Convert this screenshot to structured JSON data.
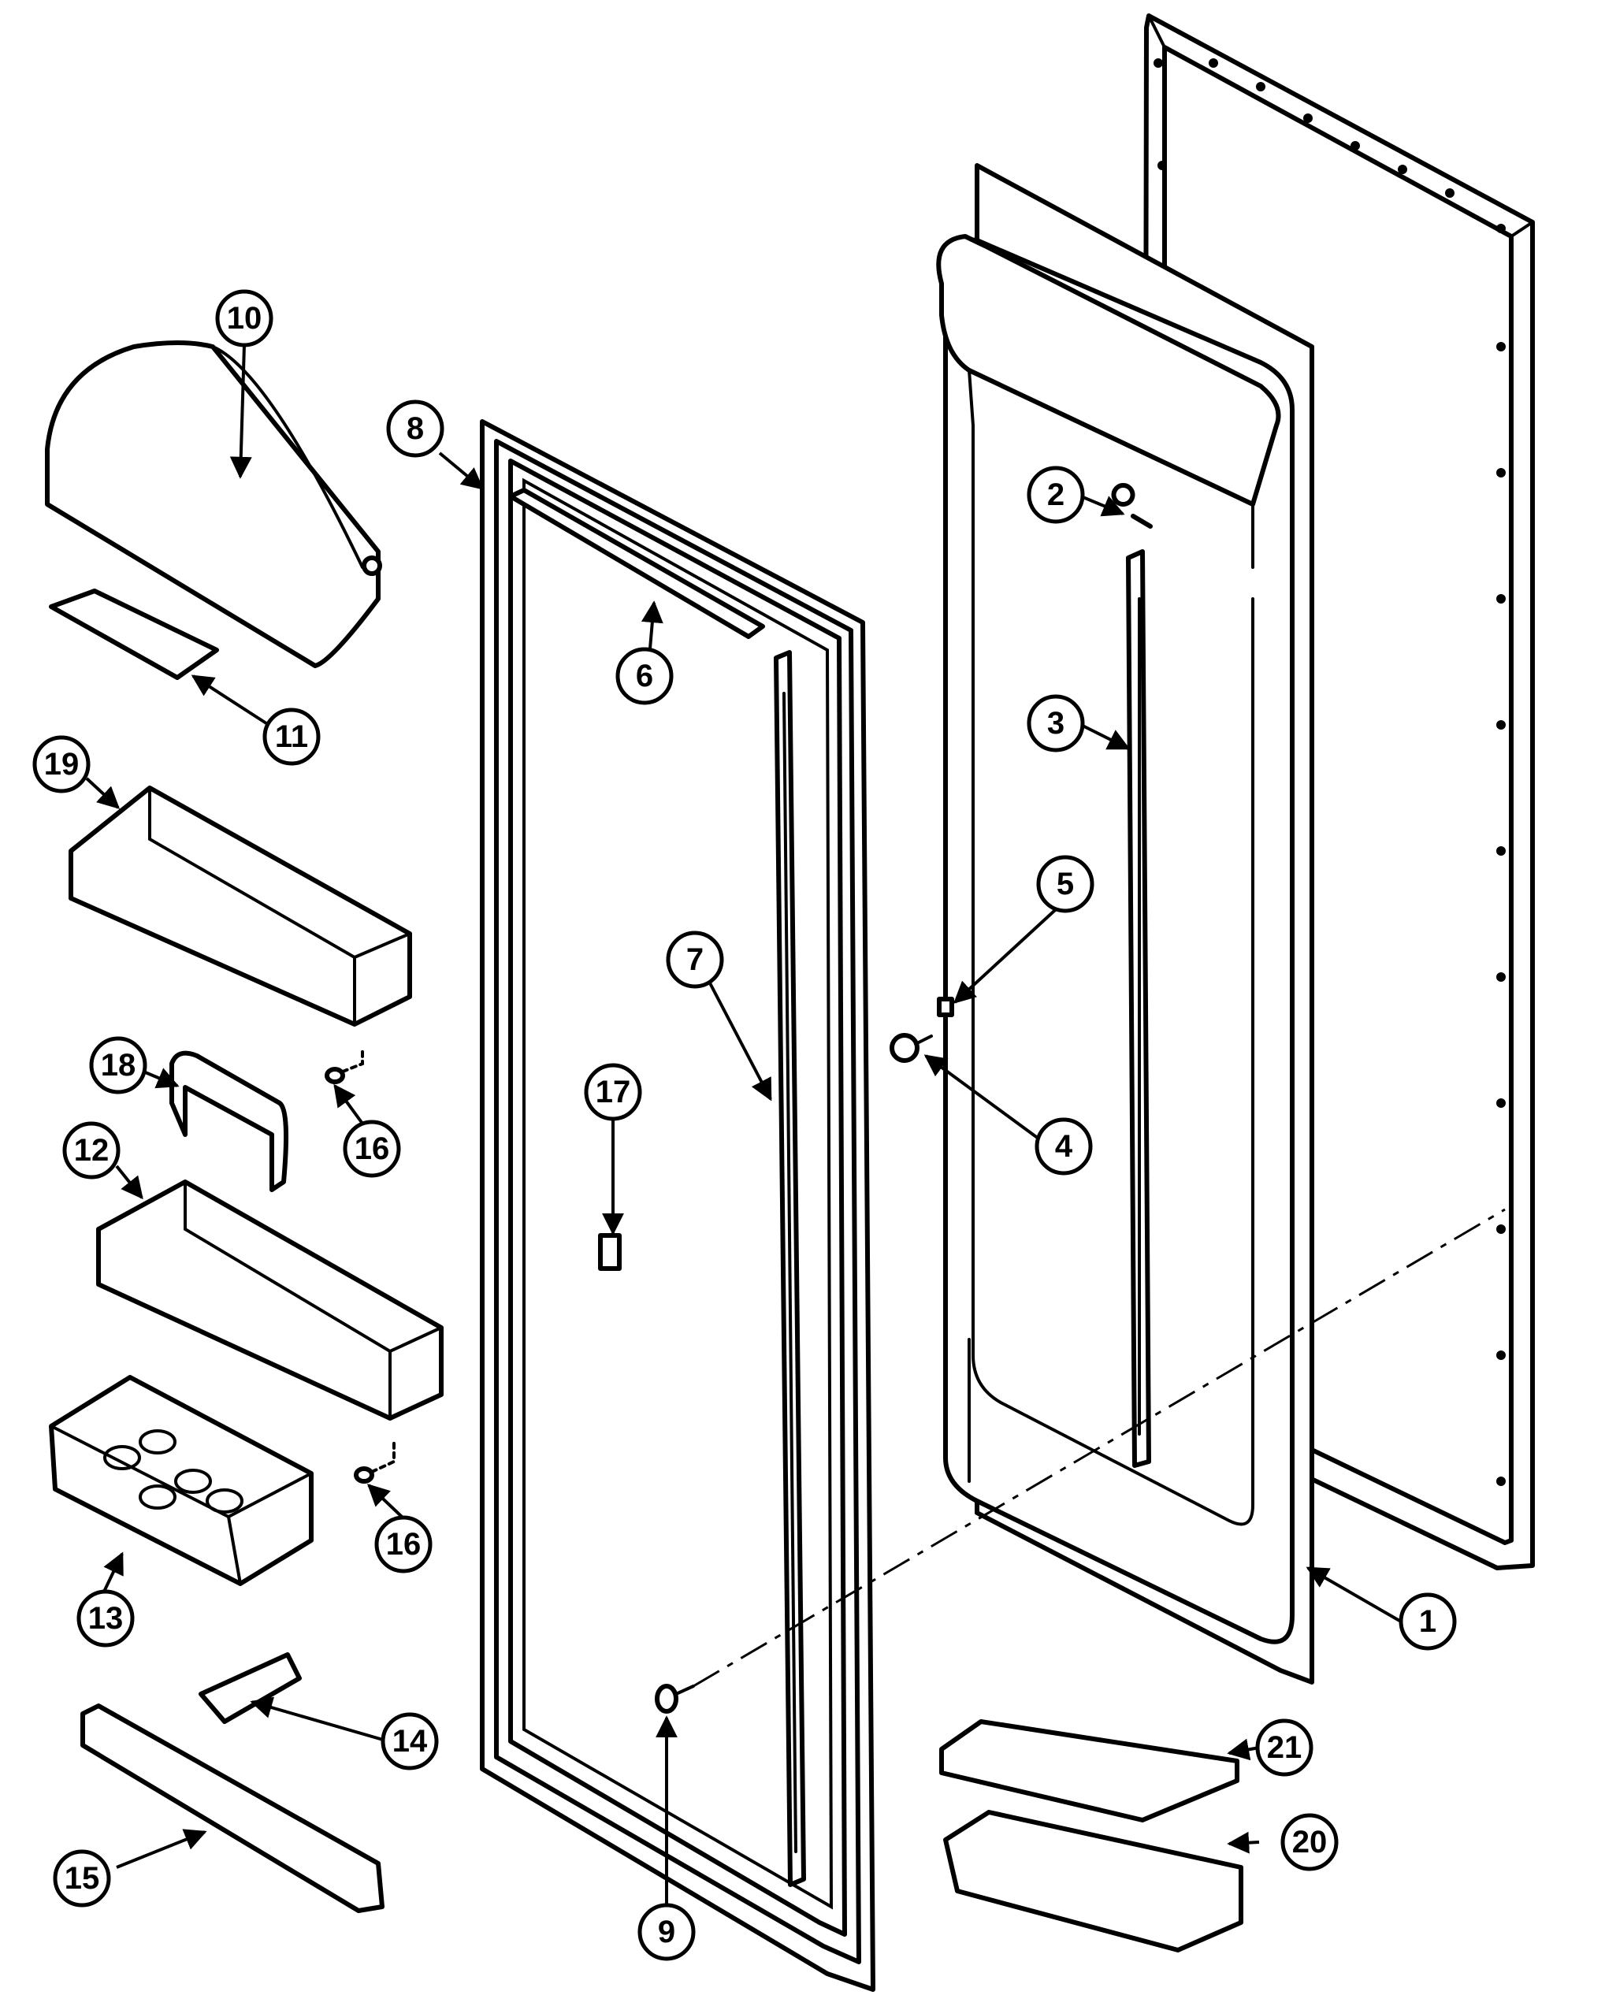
{
  "callouts": {
    "c1": "1",
    "c2": "2",
    "c3": "3",
    "c4": "4",
    "c5": "5",
    "c6": "6",
    "c7": "7",
    "c8": "8",
    "c9": "9",
    "c10": "10",
    "c11": "11",
    "c12": "12",
    "c13": "13",
    "c14": "14",
    "c15": "15",
    "c16a": "16",
    "c16b": "16",
    "c17": "17",
    "c18": "18",
    "c19": "19",
    "c20": "20",
    "c21": "21"
  }
}
